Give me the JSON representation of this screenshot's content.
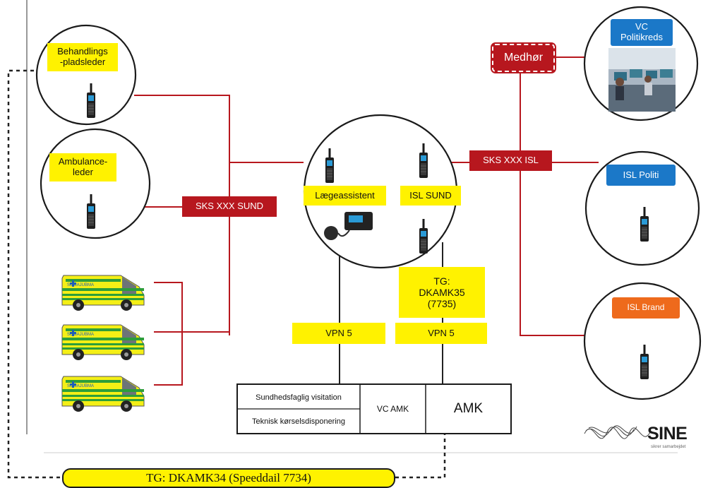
{
  "labels": {
    "behandlings": "Behandlings\n-pladsleder",
    "ambulance": "Ambulance-\nleder",
    "sks_sund": "SKS XXX SUND",
    "laege": "Lægeassistent",
    "isl_sund": "ISL SUND",
    "tg35": "TG:\nDKAMK35\n(7735)",
    "vpn_left": "VPN 5",
    "vpn_right": "VPN 5",
    "medhor": "Medhør",
    "sks_isl": "SKS XXX ISL",
    "vc_politikreds": "VC\nPolitikreds",
    "isl_politi": "ISL Politi",
    "isl_brand": "ISL Brand",
    "sundhed": "Sundhedsfaglig visitation",
    "teknisk": "Teknisk kørselsdisponering",
    "vc_amk": "VC AMK",
    "amk": "AMK",
    "tg34": "TG: DKAMK34 (Speeddail 7734)",
    "ambulance_text": "SOMAJUBMA",
    "sine_logo": "SINE",
    "sine_tagline": "sikrer samarbejdet"
  },
  "colors": {
    "red": "#b7171e",
    "yellow": "#fff200",
    "blue": "#1b78c8",
    "orange": "#ee6a1c"
  }
}
